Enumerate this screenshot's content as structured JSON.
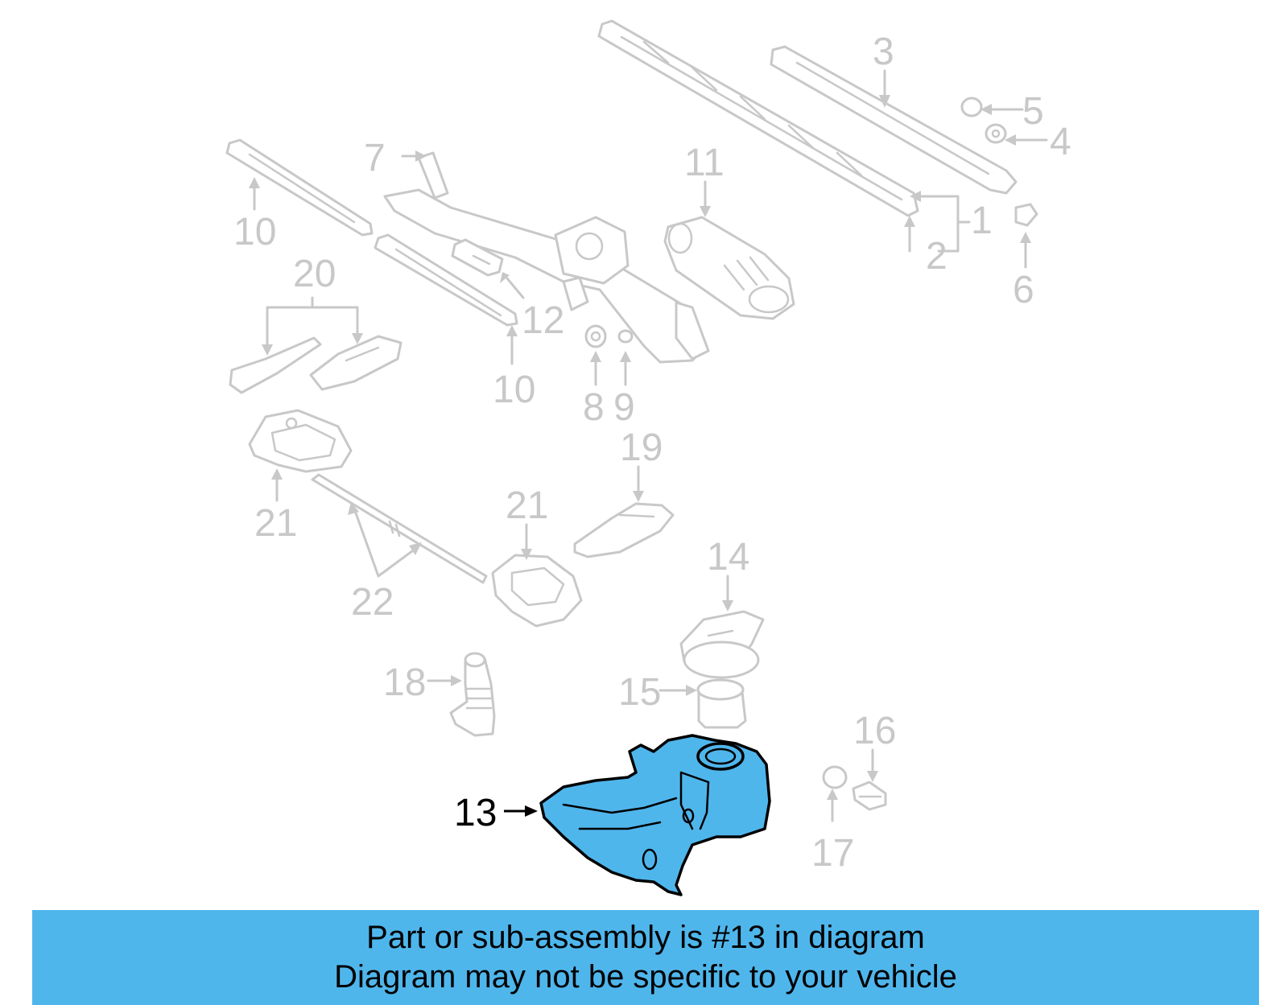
{
  "diagram": {
    "callouts": [
      "1",
      "2",
      "3",
      "4",
      "5",
      "6",
      "7",
      "8",
      "9",
      "10",
      "10",
      "11",
      "12",
      "13",
      "14",
      "15",
      "16",
      "17",
      "18",
      "19",
      "20",
      "21",
      "21",
      "22"
    ],
    "highlighted_part": "13",
    "colors": {
      "highlight": "#4fb6ec",
      "muted": "#c8c8c8",
      "outline": "#000000"
    }
  },
  "banner": {
    "line1": "Part or sub-assembly is #13 in diagram",
    "line2": "Diagram may not be specific to your vehicle"
  }
}
